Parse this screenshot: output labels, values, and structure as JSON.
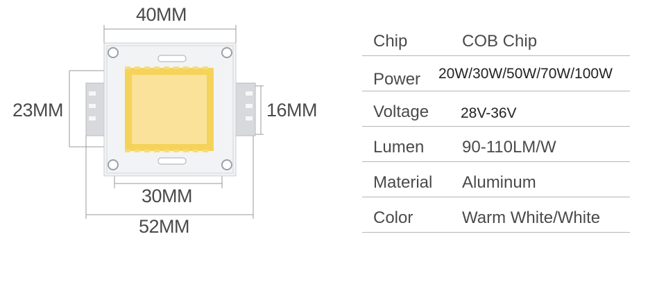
{
  "dimensions": {
    "top_width": "40MM",
    "left_height": "23MM",
    "right_height": "16MM",
    "inner_width": "30MM",
    "outer_width": "52MM"
  },
  "specs": [
    {
      "label": "Chip",
      "value": "COB Chip"
    },
    {
      "label": "Power",
      "value": "20W/30W/50W/70W/100W"
    },
    {
      "label": "Voltage",
      "value": "28V-36V"
    },
    {
      "label": "Lumen",
      "value": "90-110LM/W"
    },
    {
      "label": "Material",
      "value": "Aluminum"
    },
    {
      "label": "Color",
      "value": "Warm White/White"
    }
  ],
  "colors": {
    "led_core": "#fbe29a",
    "led_frame": "#f5d25a",
    "board": "#f2f3f5",
    "line": "#b5b5b5"
  }
}
